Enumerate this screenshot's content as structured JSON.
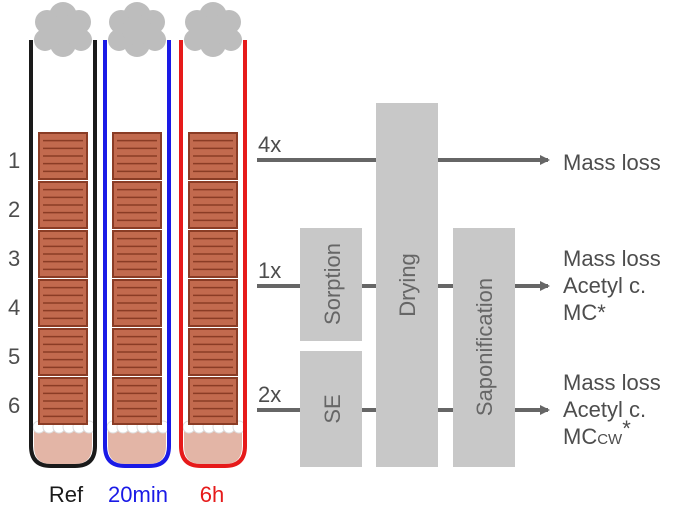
{
  "row_numbers": [
    "1",
    "2",
    "3",
    "4",
    "5",
    "6"
  ],
  "tubes": [
    {
      "label": "Ref",
      "color": "#1a1a1a"
    },
    {
      "label": "20min",
      "color": "#1a1ae6"
    },
    {
      "label": "6h",
      "color": "#e61a1a"
    }
  ],
  "paths": [
    {
      "multiplier": "4x",
      "outputs": [
        "Mass loss"
      ]
    },
    {
      "multiplier": "1x",
      "outputs": [
        "Mass loss",
        "Acetyl c.",
        "MC*"
      ]
    },
    {
      "multiplier": "2x",
      "outputs": [
        "Mass loss",
        "Acetyl c."
      ],
      "mc_cw": {
        "base": "MC",
        "sub": "CW",
        "sup": "*"
      }
    }
  ],
  "process_boxes": {
    "sorption": "Sorption",
    "se": "SE",
    "drying": "Drying",
    "saponification": "Saponification"
  },
  "colors": {
    "box_fill": "#c8c8c8",
    "arrow": "#666666",
    "wood_fill": "#c26a4e",
    "wood_stroke": "#8a3c25",
    "sediment": "#e3b5a6",
    "cloud": "#bdbdbd",
    "text": "#4d4d4d"
  }
}
